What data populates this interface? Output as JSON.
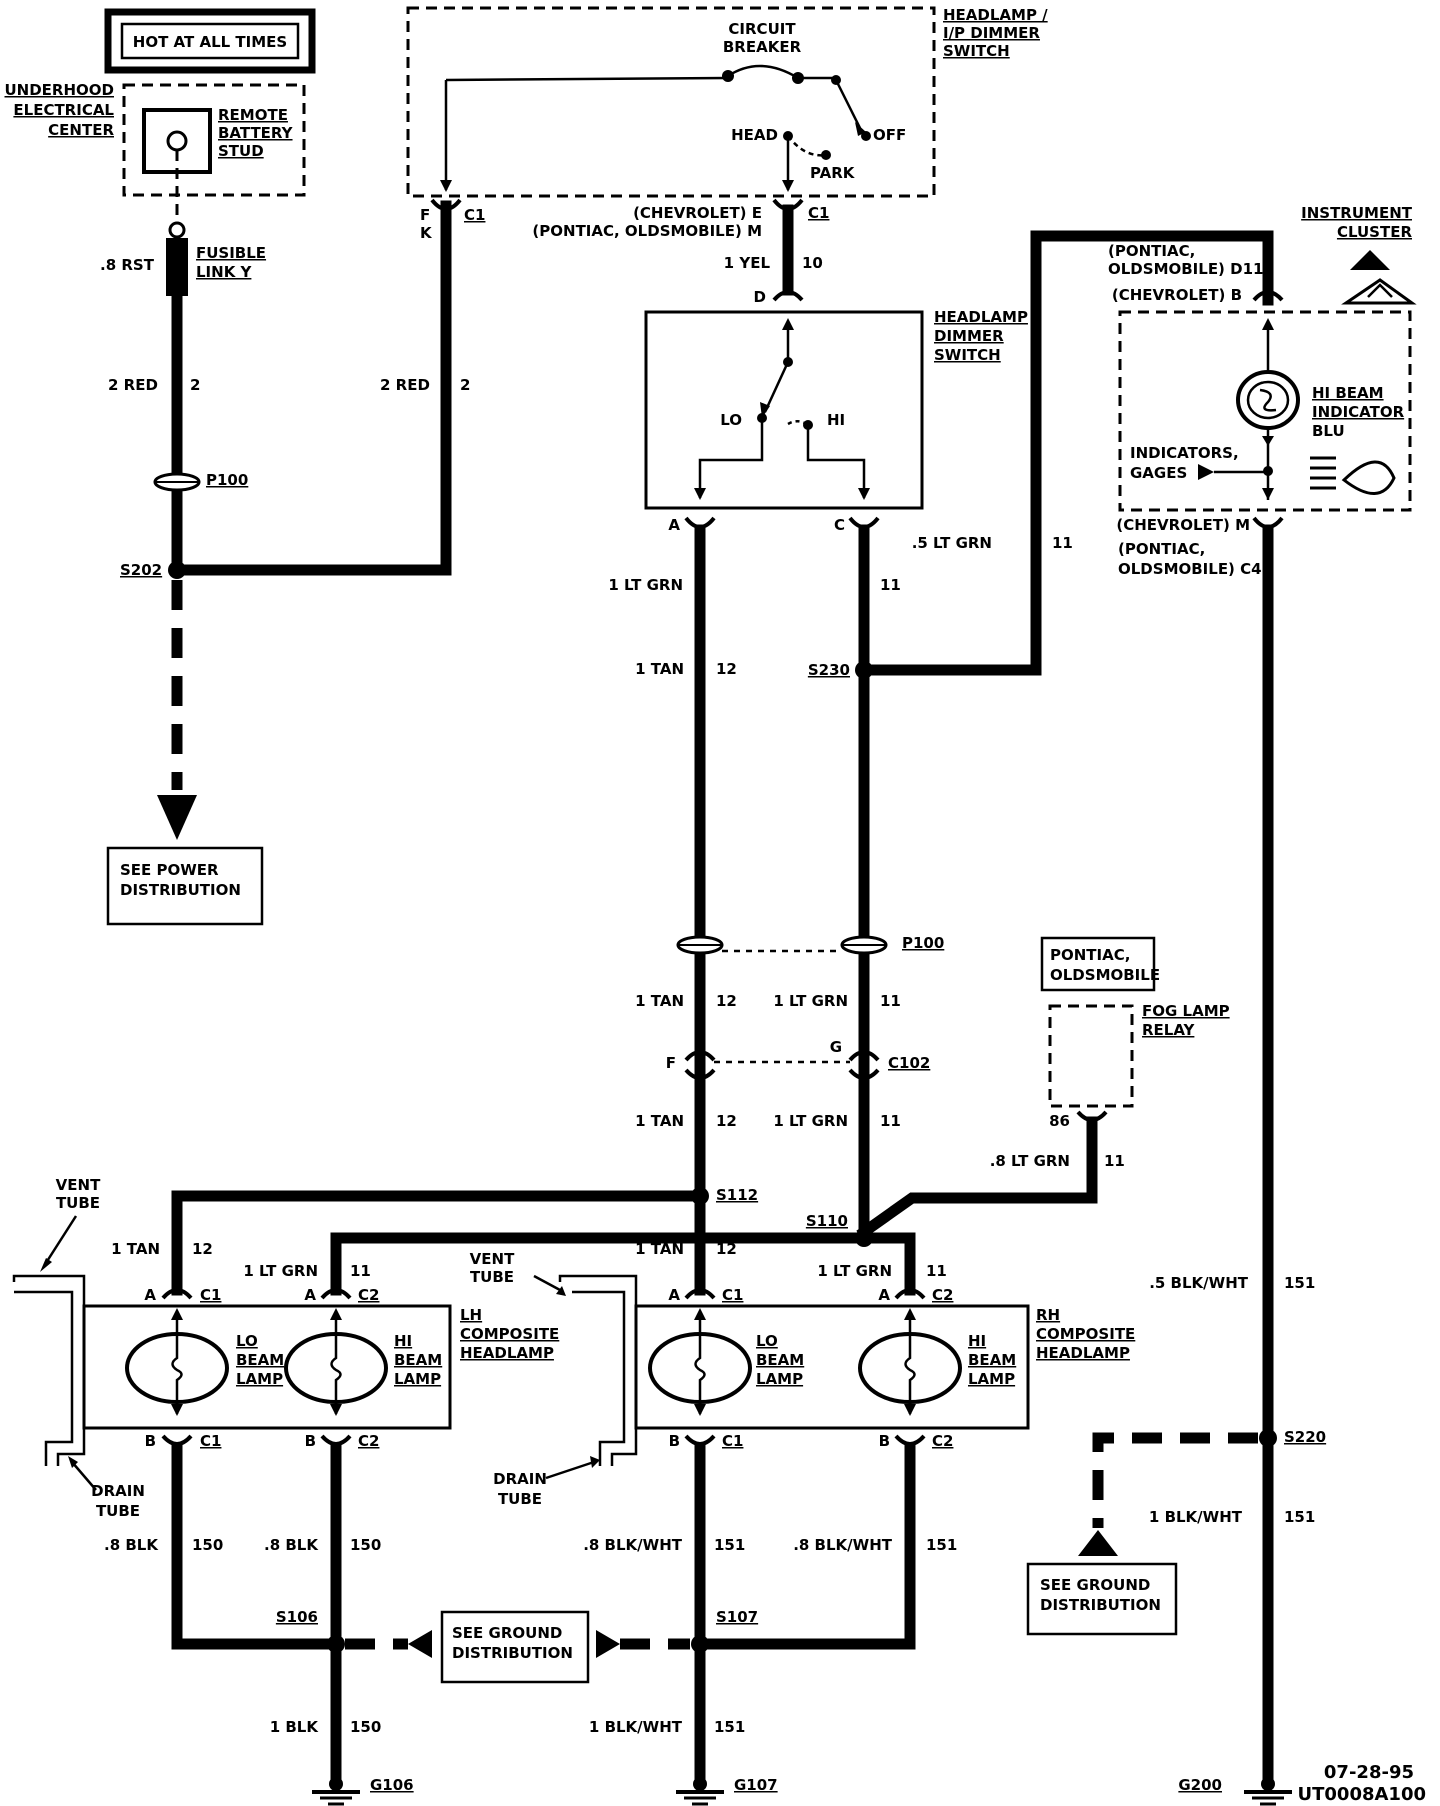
{
  "power": {
    "hot_label": "HOT AT ALL TIMES",
    "underhood": [
      "UNDERHOOD",
      "ELECTRICAL",
      "CENTER"
    ],
    "remote_stud": [
      "REMOTE",
      "BATTERY",
      "STUD"
    ],
    "fusible_link_wire": ".8 RST",
    "fusible_link": [
      "FUSIBLE",
      "LINK Y"
    ],
    "wire_2red_left": "2 RED",
    "wire_2red_left_ckt": "2",
    "wire_2red_right": "2 RED",
    "wire_2red_right_ckt": "2",
    "p100_left": "P100",
    "s202": "S202",
    "see_power": [
      "SEE POWER",
      "DISTRIBUTION"
    ]
  },
  "switch": {
    "title": [
      "HEADLAMP /",
      "I/P DIMMER",
      "SWITCH"
    ],
    "circuit_breaker": [
      "CIRCUIT",
      "BREAKER"
    ],
    "head": "HEAD",
    "off": "OFF",
    "park": "PARK",
    "pin_f": "F",
    "pin_k": "K",
    "c1_left": "C1",
    "chev_e": "(CHEVROLET) E",
    "pont_m": "(PONTIAC, OLDSMOBILE) M",
    "c1_right": "C1",
    "wire_yel": "1 YEL",
    "wire_yel_ckt": "10"
  },
  "dimmer": {
    "title": [
      "HEADLAMP",
      "DIMMER",
      "SWITCH"
    ],
    "pin_d": "D",
    "lo": "LO",
    "hi": "HI",
    "pin_a": "A",
    "pin_c": "C"
  },
  "cluster": {
    "title": [
      "INSTRUMENT",
      "CLUSTER"
    ],
    "top_pont": [
      "(PONTIAC,",
      "OLDSMOBILE) D11"
    ],
    "top_chev": "(CHEVROLET) B",
    "hi_beam": [
      "HI BEAM",
      "INDICATOR",
      "BLU"
    ],
    "indicators": [
      "INDICATORS,",
      "GAGES"
    ],
    "bot_chev": "(CHEVROLET) M",
    "bot_pont": [
      "(PONTIAC,",
      "OLDSMOBILE) C4"
    ]
  },
  "wires": {
    "tan1": "1 TAN",
    "tan1_ckt": "12",
    "ltgrn1": "1 LT GRN",
    "ltgrn1_ckt": "11",
    "ltgrn_5": ".5 LT GRN",
    "ltgrn_5_ckt": "11",
    "s230": "S230",
    "p100_mid": "P100",
    "tan2": "1 TAN",
    "tan2_ckt": "12",
    "ltgrn2": "1 LT GRN",
    "ltgrn2_ckt": "11",
    "pin_f": "F",
    "pin_g": "G",
    "c102": "C102",
    "tan3": "1 TAN",
    "tan3_ckt": "12",
    "ltgrn3": "1 LT GRN",
    "ltgrn3_ckt": "11",
    "s112": "S112",
    "s110": "S110",
    "fog_ltgrn": ".8 LT GRN",
    "fog_ltgrn_ckt": "11"
  },
  "fog": {
    "pont": [
      "PONTIAC,",
      "OLDSMOBILE"
    ],
    "relay": [
      "FOG LAMP",
      "RELAY"
    ],
    "pin86": "86"
  },
  "lh": {
    "vent": [
      "VENT",
      "TUBE"
    ],
    "tan": "1 TAN",
    "tan_ckt": "12",
    "ltgrn": "1 LT GRN",
    "ltgrn_ckt": "11",
    "a1": "A",
    "c1": "C1",
    "a2": "A",
    "c2": "C2",
    "lo": [
      "LO",
      "BEAM",
      "LAMP"
    ],
    "hi": [
      "HI",
      "BEAM",
      "LAMP"
    ],
    "title": [
      "LH",
      "COMPOSITE",
      "HEADLAMP"
    ],
    "b1": "B",
    "c1b": "C1",
    "b2": "B",
    "c2b": "C2",
    "drain": [
      "DRAIN",
      "TUBE"
    ],
    "blk1": ".8 BLK",
    "blk1_ckt": "150",
    "blk2": ".8 BLK",
    "blk2_ckt": "150",
    "s106": "S106",
    "blk3": "1 BLK",
    "blk3_ckt": "150",
    "g106": "G106"
  },
  "rh": {
    "vent": [
      "VENT",
      "TUBE"
    ],
    "tan": "1 TAN",
    "tan_ckt": "12",
    "ltgrn": "1 LT GRN",
    "ltgrn_ckt": "11",
    "a1": "A",
    "c1": "C1",
    "a2": "A",
    "c2": "C2",
    "lo": [
      "LO",
      "BEAM",
      "LAMP"
    ],
    "hi": [
      "HI",
      "BEAM",
      "LAMP"
    ],
    "title": [
      "RH",
      "COMPOSITE",
      "HEADLAMP"
    ],
    "b1": "B",
    "c1b": "C1",
    "b2": "B",
    "c2b": "C2",
    "drain": [
      "DRAIN",
      "TUBE"
    ],
    "bw1": ".8 BLK/WHT",
    "bw1_ckt": "151",
    "bw2": ".8 BLK/WHT",
    "bw2_ckt": "151",
    "s107": "S107",
    "bw3": "1 BLK/WHT",
    "bw3_ckt": "151",
    "g107": "G107"
  },
  "ground": {
    "see_ground_mid": [
      "SEE GROUND",
      "DISTRIBUTION"
    ],
    "see_ground_right": [
      "SEE GROUND",
      "DISTRIBUTION"
    ],
    "bw5": ".5 BLK/WHT",
    "bw5_ckt": "151",
    "s220": "S220",
    "bw1": "1 BLK/WHT",
    "bw1_ckt": "151",
    "g200": "G200"
  },
  "footer": {
    "date": "07-28-95",
    "code": "UT0008A100"
  }
}
